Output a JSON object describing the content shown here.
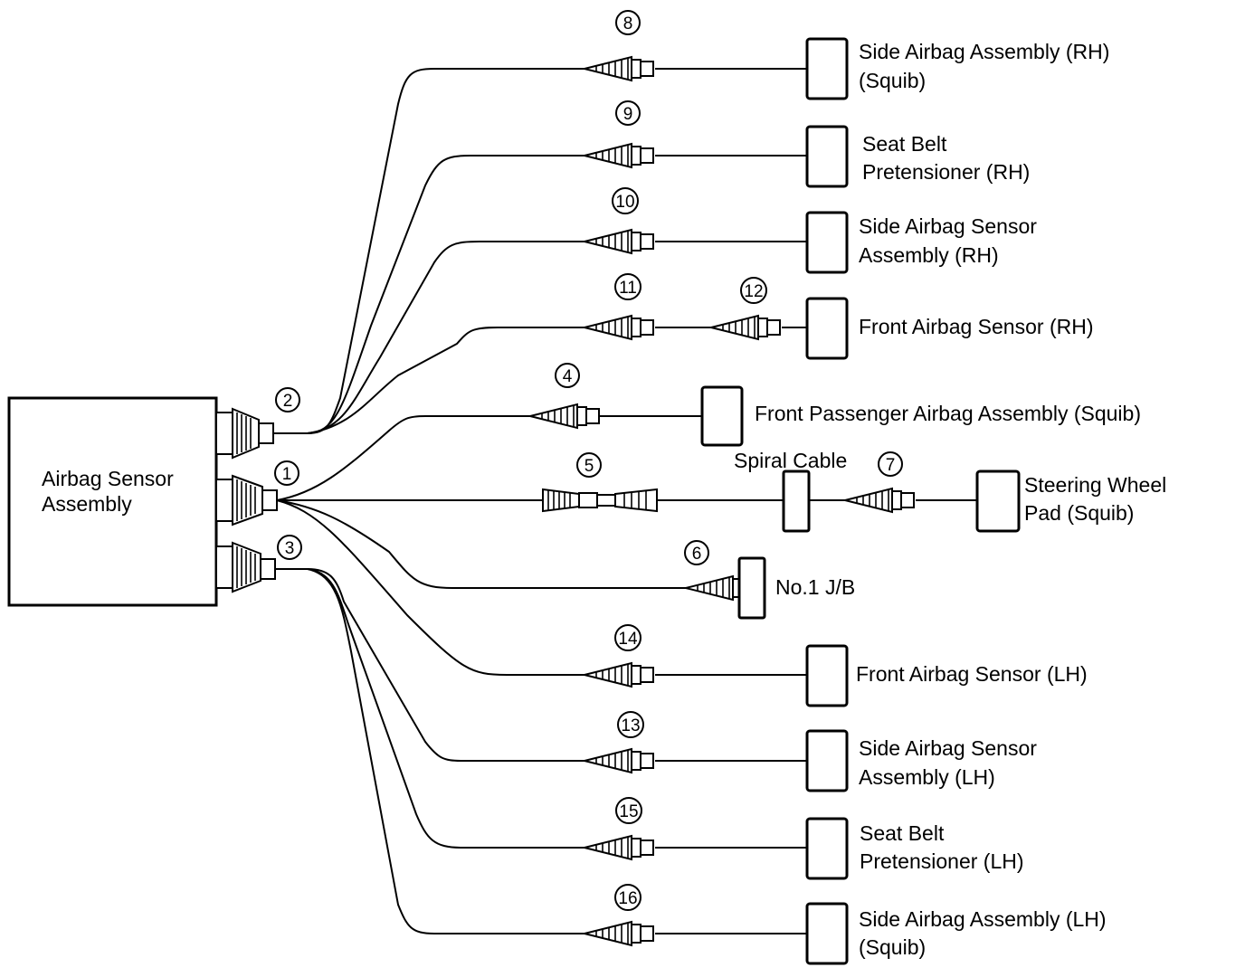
{
  "sensor_label_line1": "Airbag Sensor",
  "sensor_label_line2": "Assembly",
  "spiral_cable_label": "Spiral Cable",
  "markers": {
    "m1": "1",
    "m2": "2",
    "m3": "3",
    "m4": "4",
    "m5": "5",
    "m6": "6",
    "m7": "7",
    "m8": "8",
    "m9": "9",
    "m10": "10",
    "m11": "11",
    "m12": "12",
    "m13": "13",
    "m14": "14",
    "m15": "15",
    "m16": "16"
  },
  "components": {
    "side_airbag_rh": [
      "Side Airbag Assembly (RH)",
      "(Squib)"
    ],
    "seat_belt_rh": [
      "Seat Belt",
      "Pretensioner (RH)"
    ],
    "side_sensor_rh": [
      "Side Airbag Sensor",
      "Assembly (RH)"
    ],
    "front_sensor_rh": [
      "Front Airbag Sensor (RH)"
    ],
    "passenger_airbag": [
      "Front Passenger Airbag Assembly (Squib)"
    ],
    "steering_pad": [
      "Steering Wheel",
      "Pad (Squib)"
    ],
    "jb": [
      "No.1 J/B"
    ],
    "front_sensor_lh": [
      "Front Airbag Sensor (LH)"
    ],
    "side_sensor_lh": [
      "Side Airbag Sensor",
      "Assembly (LH)"
    ],
    "seat_belt_lh": [
      "Seat Belt",
      "Pretensioner (LH)"
    ],
    "side_airbag_lh": [
      "Side Airbag Assembly (LH)",
      "(Squib)"
    ]
  }
}
